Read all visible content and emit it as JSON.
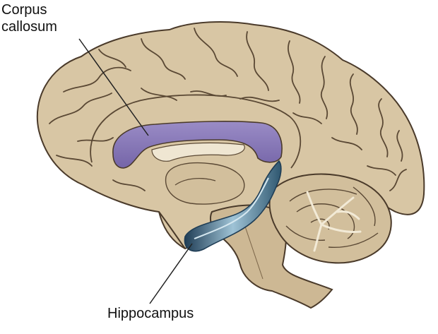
{
  "labels": {
    "corpus_callosum_line1": "Corpus",
    "corpus_callosum_line2": "callosum",
    "hippocampus": "Hippocampus"
  },
  "colors": {
    "brain_fill": "#d8c6a4",
    "brain_outline": "#4a3a2a",
    "sulcus": "#5a4834",
    "corpus_callosum": "#8b7bb8",
    "hippocampus": "#7fa3b8",
    "brainstem": "#cdb894",
    "cerebellum": "#d2bf9c",
    "leader_line": "#222222"
  }
}
